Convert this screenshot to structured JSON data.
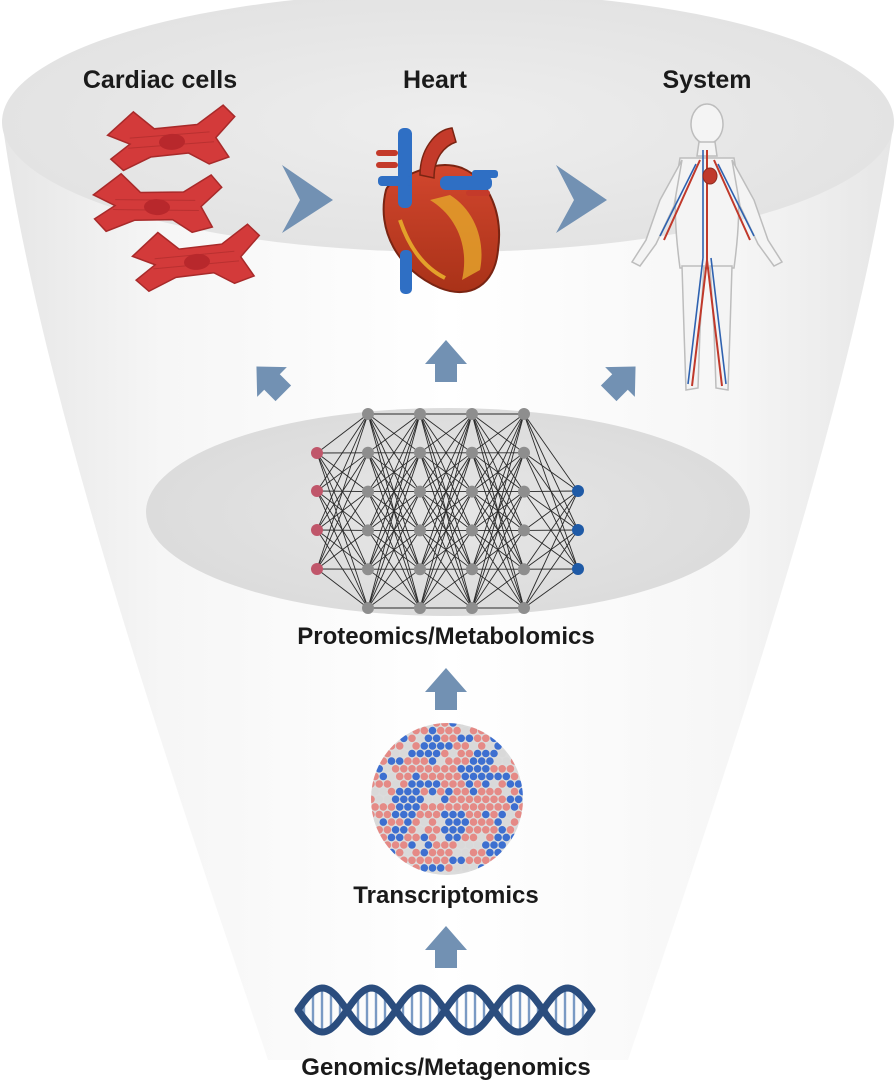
{
  "labels": {
    "cardiac_cells": "Cardiac cells",
    "heart": "Heart",
    "system": "System",
    "proteomics": "Proteomics/Metabolomics",
    "transcriptomics": "Transcriptomics",
    "genomics": "Genomics/Metagenomics"
  },
  "colors": {
    "arrow": "#7291b3",
    "cell_fill": "#d33a3a",
    "cell_nucleus": "#b8282c",
    "node_gray": "#8e8e8e",
    "node_input": "#c0566a",
    "node_output": "#1f5aa6",
    "dna_dark": "#2b4d7e",
    "tile_red": "#e58a86",
    "tile_blue": "#3d6fd0",
    "tile_gray": "#d9d9d9"
  },
  "icons": {
    "cells": "cardiomyocyte-icon",
    "heart": "heart-icon",
    "system": "human-body-icon",
    "network": "neural-network-icon",
    "transcript": "spatial-transcriptomics-icon",
    "dna": "dna-helix-icon"
  },
  "network": {
    "layers": [
      4,
      6,
      6,
      6,
      6,
      3
    ]
  }
}
